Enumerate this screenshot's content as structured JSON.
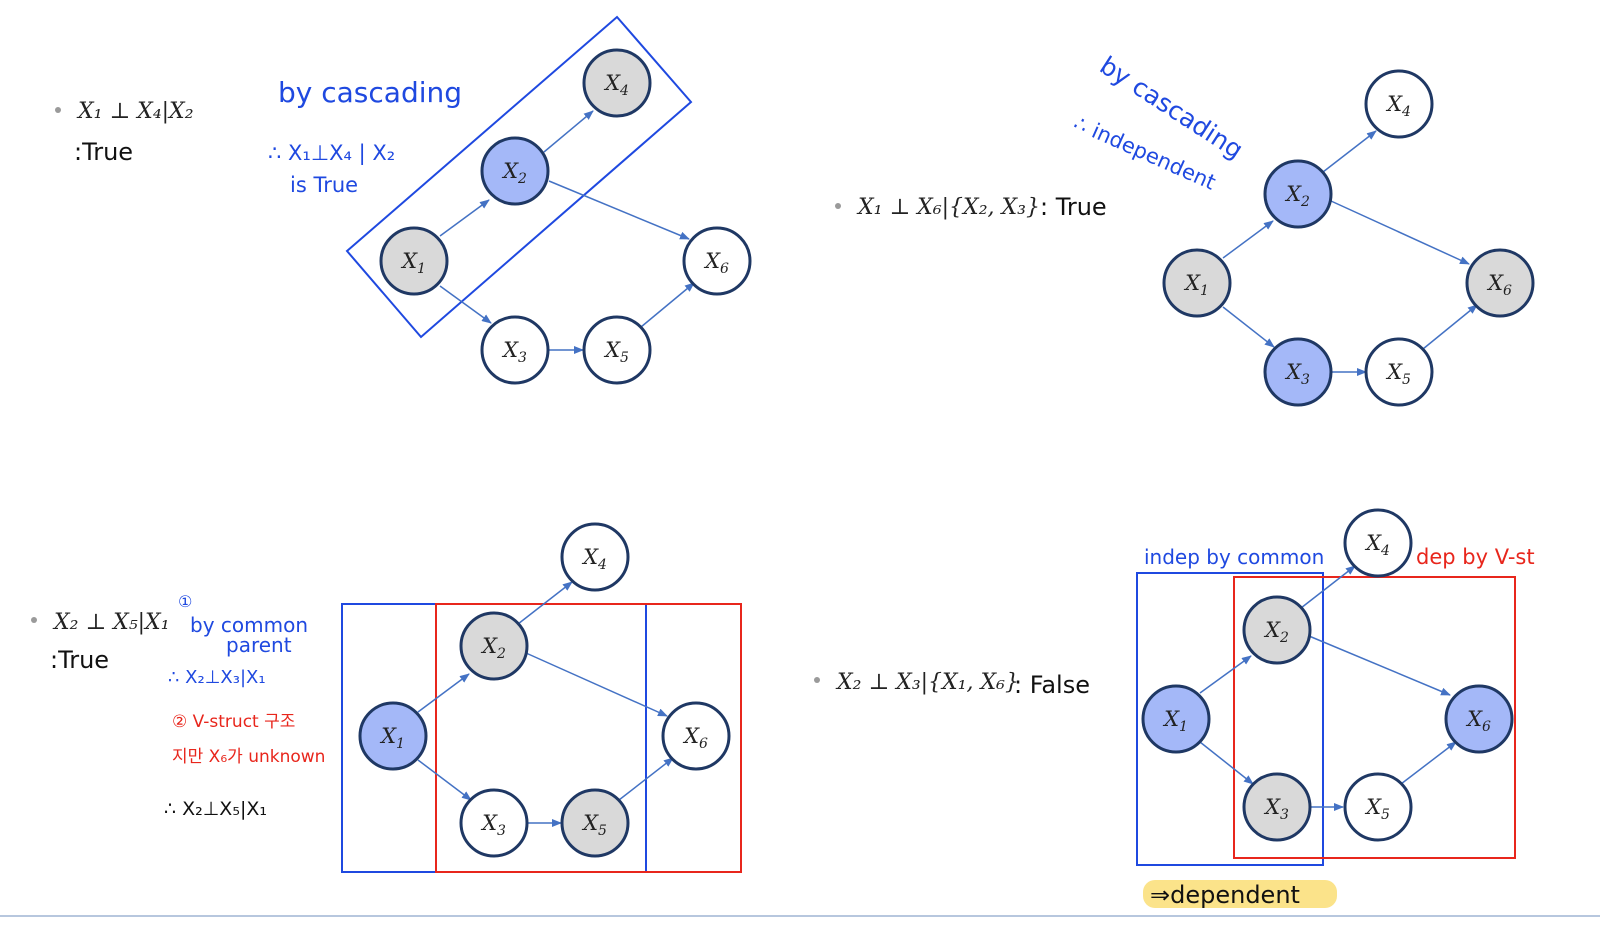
{
  "panels": [
    {
      "statement": "X₁ ⊥ X₄|X₂",
      "verdict": ":True",
      "notes": [
        {
          "text": "by cascading",
          "color": "blue"
        },
        {
          "text": "∴ X₁⊥X₄ | X₂",
          "color": "blue"
        },
        {
          "text": "is True",
          "color": "blue"
        }
      ],
      "nodes": {
        "X1": "X1",
        "X2": "X2",
        "X3": "X3",
        "X4": "X4",
        "X5": "X5",
        "X6": "X6"
      }
    },
    {
      "statement": "X₁ ⊥ X₆|{X₂, X₃}",
      "verdict": ": True",
      "notes": [
        {
          "text": "by cascading",
          "color": "blue"
        },
        {
          "text": "∴ independent",
          "color": "blue"
        }
      ],
      "nodes": {
        "X1": "X1",
        "X2": "X2",
        "X3": "X3",
        "X4": "X4",
        "X5": "X5",
        "X6": "X6"
      }
    },
    {
      "statement": "X₂ ⊥ X₅|X₁",
      "verdict": ":True",
      "notes": [
        {
          "text": "①",
          "color": "blue"
        },
        {
          "text": "by common",
          "color": "blue"
        },
        {
          "text": "parent",
          "color": "blue"
        },
        {
          "text": "∴ X₂⊥X₃|X₁",
          "color": "blue"
        },
        {
          "text": "② V-struct 구조",
          "color": "red"
        },
        {
          "text": "지만 X₆가 unknown",
          "color": "red"
        },
        {
          "text": "∴ X₂⊥X₅|X₁",
          "color": "black"
        }
      ],
      "nodes": {
        "X1": "X1",
        "X2": "X2",
        "X3": "X3",
        "X4": "X4",
        "X5": "X5",
        "X6": "X6"
      }
    },
    {
      "statement": "X₂ ⊥ X₃|{X₁, X₆}",
      "verdict": ": False",
      "notes": [
        {
          "text": "indep by common",
          "color": "blue"
        },
        {
          "text": "dep by V-st",
          "color": "red"
        },
        {
          "text": "⇒dependent",
          "color": "black"
        }
      ],
      "nodes": {
        "X1": "X1",
        "X2": "X2",
        "X3": "X3",
        "X4": "X4",
        "X5": "X5",
        "X6": "X6"
      }
    }
  ],
  "colors": {
    "observed_gray": "#d9d9d9",
    "query_blue": "#a4b8f8",
    "unobserved": "#ffffff",
    "node_stroke": "#1f3864",
    "edge": "#4472c4",
    "pen_blue": "#1f49e0",
    "pen_red": "#e8261c",
    "highlight_yellow": "#fbe38a"
  }
}
